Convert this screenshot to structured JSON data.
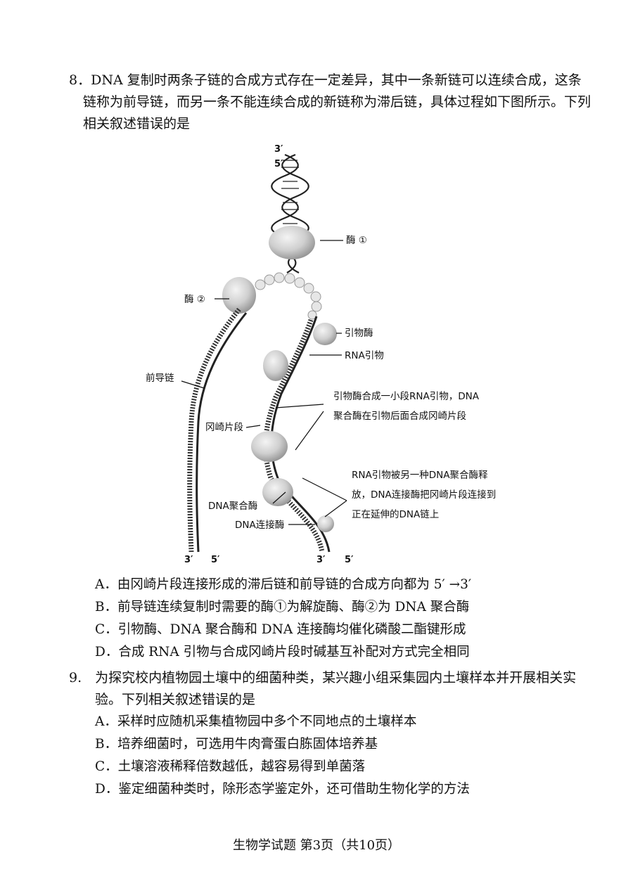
{
  "q8": {
    "line1": "8．DNA 复制时两条子链的合成方式存在一定差异，其中一条新链可以连续合成，这条",
    "line2": "链称为前导链，而另一条不能连续合成的新链称为滞后链，具体过程如下图所示。下列",
    "line3": "相关叙述错误的是",
    "figure": {
      "top_3prime": "3′",
      "top_5prime": "5′",
      "enzyme1": "酶 ①",
      "enzyme2": "酶 ②",
      "primase": "引物酶",
      "rna_primer": "RNA引物",
      "leading_strand": "前导链",
      "okazaki": "冈崎片段",
      "note1_line1": "引物酶合成一小段RNA引物，DNA",
      "note1_line2": "聚合酶在引物后面合成冈崎片段",
      "note2_line1": "RNA引物被另一种DNA聚合酶释",
      "note2_line2": "放，DNA连接酶把冈崎片段连接到",
      "note2_line3": "正在延伸的DNA链上",
      "dna_polymerase": "DNA聚合酶",
      "dna_ligase": "DNA连接酶",
      "left_3prime": "3′",
      "left_5prime": "5′",
      "right_3prime": "3′",
      "right_5prime": "5′"
    },
    "options": [
      "A．由冈崎片段连接形成的滞后链和前导链的合成方向都为 5′ →3′",
      "B．前导链连续复制时需要的酶①为解旋酶、酶②为 DNA 聚合酶",
      "C．引物酶、DNA 聚合酶和 DNA 连接酶均催化磷酸二酯键形成",
      "D．合成 RNA 引物与合成冈崎片段时碱基互补配对方式完全相同"
    ]
  },
  "q9": {
    "line1": "9.　为探究校内植物园土壤中的细菌种类，某兴趣小组采集园内土壤样本并开展相关实",
    "line2": "验。下列相关叙述错误的是",
    "options": [
      "A．采样时应随机采集植物园中多个不同地点的土壤样本",
      "B．培养细菌时，可选用牛肉膏蛋白胨固体培养基",
      "C．土壤溶液稀释倍数越低，越容易得到单菌落",
      "D．鉴定细菌种类时，除形态学鉴定外，还可借助生物化学的方法"
    ]
  },
  "footer": "生物学试题 第3页（共10页）"
}
